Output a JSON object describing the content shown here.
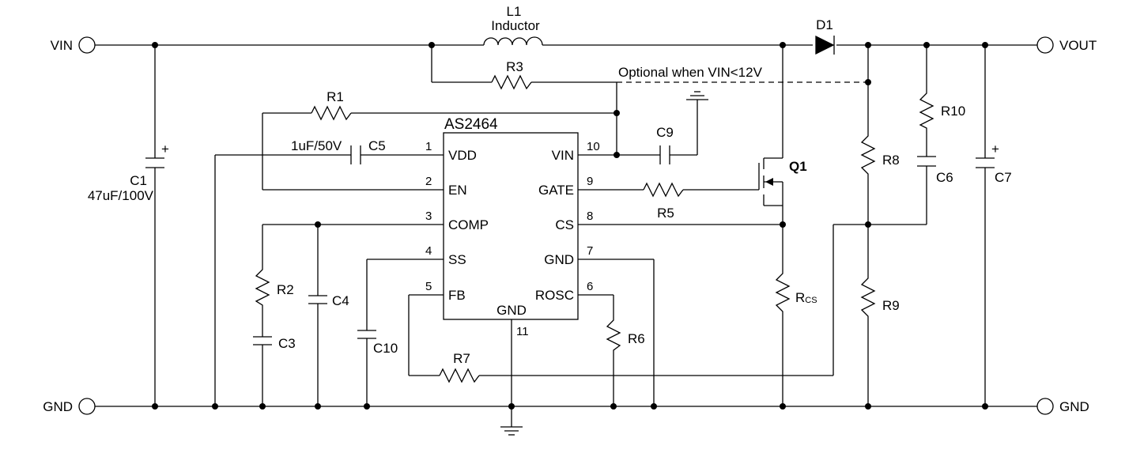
{
  "terminals": {
    "vin": "VIN",
    "vout": "VOUT",
    "gnd_left": "GND",
    "gnd_right": "GND"
  },
  "ic": {
    "name": "AS2464",
    "pins": [
      {
        "num": "1",
        "name": "VDD"
      },
      {
        "num": "2",
        "name": "EN"
      },
      {
        "num": "3",
        "name": "COMP"
      },
      {
        "num": "4",
        "name": "SS"
      },
      {
        "num": "5",
        "name": "FB"
      },
      {
        "num": "6",
        "name": "ROSC"
      },
      {
        "num": "7",
        "name": "GND"
      },
      {
        "num": "8",
        "name": "CS"
      },
      {
        "num": "9",
        "name": "GATE"
      },
      {
        "num": "10",
        "name": "VIN"
      },
      {
        "num": "11",
        "name": "GND"
      }
    ]
  },
  "components": {
    "l1": {
      "ref": "L1",
      "value": "Inductor"
    },
    "d1": {
      "ref": "D1"
    },
    "r1": {
      "ref": "R1"
    },
    "r2": {
      "ref": "R2"
    },
    "r3": {
      "ref": "R3"
    },
    "r5": {
      "ref": "R5"
    },
    "r6": {
      "ref": "R6"
    },
    "r7": {
      "ref": "R7"
    },
    "r8": {
      "ref": "R8"
    },
    "r9": {
      "ref": "R9"
    },
    "r10": {
      "ref": "R10"
    },
    "rcs": {
      "ref": "R",
      "sub": "CS"
    },
    "c1": {
      "ref": "C1",
      "value": "47uF/100V"
    },
    "c3": {
      "ref": "C3"
    },
    "c4": {
      "ref": "C4"
    },
    "c5": {
      "ref": "C5",
      "value": "1uF/50V"
    },
    "c6": {
      "ref": "C6"
    },
    "c7": {
      "ref": "C7"
    },
    "c9": {
      "ref": "C9"
    },
    "c10": {
      "ref": "C10"
    },
    "q1": {
      "ref": "Q1"
    }
  },
  "notes": {
    "optional": "Optional when VIN<12V"
  },
  "polarity_mark": "+"
}
